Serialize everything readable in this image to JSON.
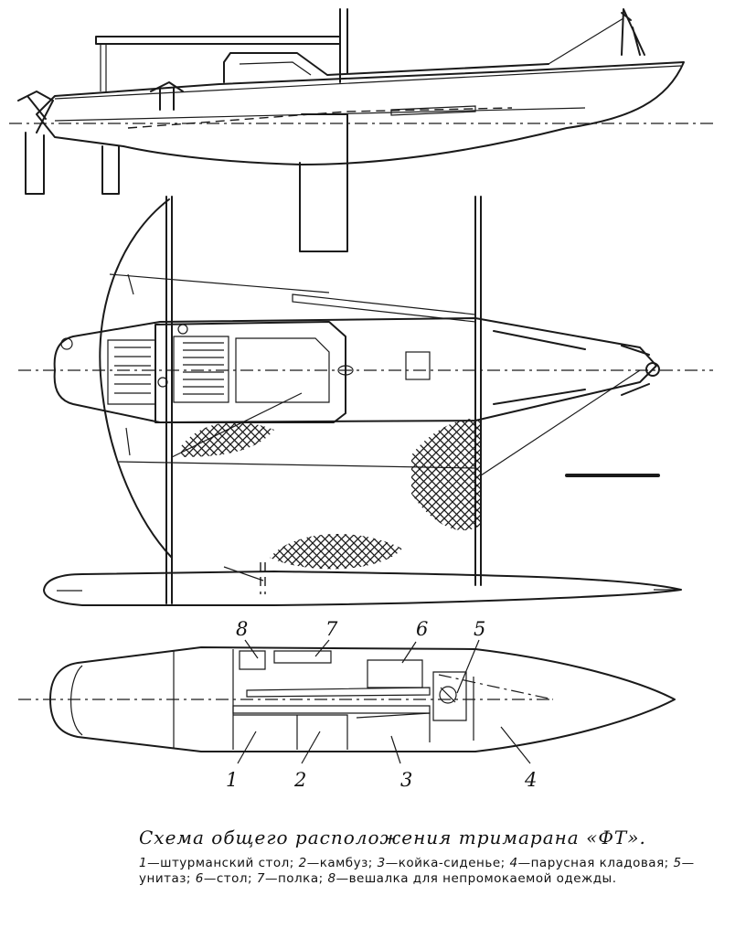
{
  "caption": {
    "title": "Схема общего расположения тримарана «ФТ».",
    "legend": [
      {
        "num": "1",
        "text": "штурманский стол;"
      },
      {
        "num": "2",
        "text": "камбуз;"
      },
      {
        "num": "3",
        "text": "койка-сиденье;"
      },
      {
        "num": "4",
        "text": "парусная кладовая;"
      },
      {
        "num": "5",
        "text": "унитаз;"
      },
      {
        "num": "6",
        "text": "стол;"
      },
      {
        "num": "7",
        "text": "полка;"
      },
      {
        "num": "8",
        "text": "вешалка для непромокаемой одежды."
      }
    ]
  },
  "callouts": {
    "c1": "1",
    "c2": "2",
    "c3": "3",
    "c4": "4",
    "c5": "5",
    "c6": "6",
    "c7": "7",
    "c8": "8"
  },
  "colors": {
    "ink": "#1a1a1a",
    "paper": "#ffffff"
  }
}
